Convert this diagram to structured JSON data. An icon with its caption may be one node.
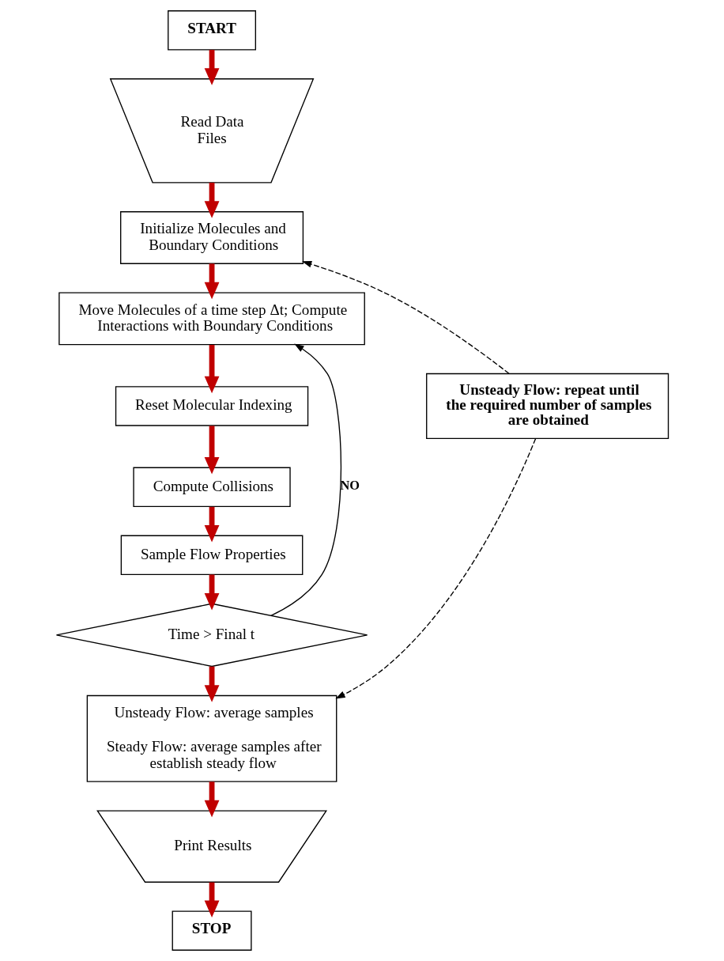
{
  "diagram": {
    "nodes": [
      {
        "text": [
          "START"
        ]
      },
      {
        "text": [
          "Read Data Files"
        ]
      },
      {
        "text": [
          "Initialize Molecules and Boundary Conditions"
        ]
      },
      {
        "text": [
          "Move Molecules of a time step Δt; Compute Interactions with Boundary Conditions"
        ]
      },
      {
        "text": [
          "Reset Molecular Indexing"
        ]
      },
      {
        "text": [
          "Compute Collisions"
        ]
      },
      {
        "text": [
          "Sample Flow Properties"
        ]
      },
      {
        "text": [
          "Time > Final t"
        ]
      },
      {
        "text": [
          "Unsteady Flow: average samples",
          "Steady Flow: average samples after establish steady flow"
        ]
      },
      {
        "text": [
          "Print Results"
        ]
      },
      {
        "text": [
          "STOP"
        ]
      },
      {
        "text": [
          "Unsteady Flow: repeat until the required number of samples are obtained"
        ]
      }
    ],
    "edges": [
      {
        "from": 0,
        "to": 1,
        "arrow": "to"
      },
      {
        "from": 1,
        "to": 2,
        "arrow": "to"
      },
      {
        "from": 2,
        "to": 3,
        "arrow": "to"
      },
      {
        "from": 3,
        "to": 4,
        "arrow": "to"
      },
      {
        "from": 4,
        "to": 5,
        "arrow": "to"
      },
      {
        "from": 5,
        "to": 6,
        "arrow": "to"
      },
      {
        "from": 6,
        "to": 7,
        "arrow": "to"
      },
      {
        "from": 7,
        "to": 3,
        "arrow": "to",
        "label": "NO",
        "color": "#000000"
      },
      {
        "from": 7,
        "to": 8,
        "arrow": "to"
      },
      {
        "from": 8,
        "to": 9,
        "arrow": "to"
      },
      {
        "from": 9,
        "to": 10,
        "arrow": "to"
      },
      {
        "from": 11,
        "to": 2,
        "arrow": "to",
        "style": "dashed",
        "color": "#000000"
      },
      {
        "from": 11,
        "to": 8,
        "arrow": "to",
        "style": "dashed",
        "color": "#000000"
      }
    ]
  }
}
